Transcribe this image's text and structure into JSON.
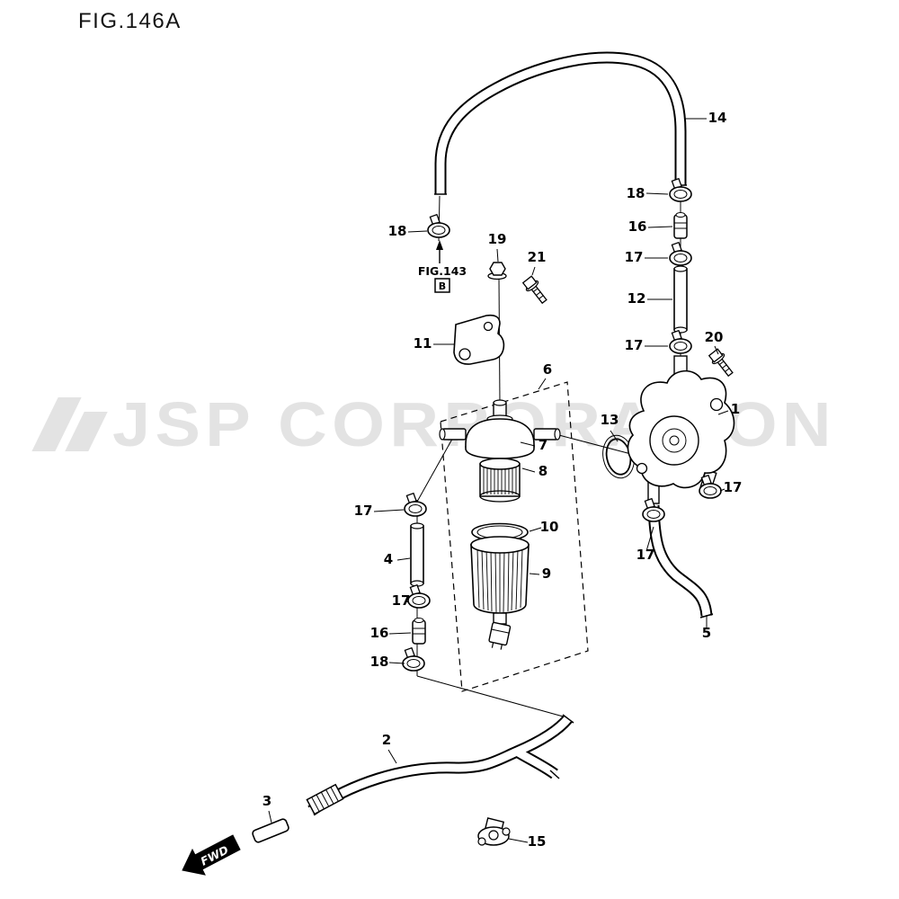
{
  "figure": {
    "title": "FIG.146A"
  },
  "watermark": {
    "text": "JSP CORPORATION"
  },
  "reference": {
    "label": "FIG.143",
    "box": "B"
  },
  "direction": {
    "label": "FWD"
  },
  "colors": {
    "line": "#000000",
    "background": "#ffffff",
    "watermark": "#e3e3e3"
  },
  "callouts": [
    "14",
    "18",
    "16",
    "17",
    "12",
    "17",
    "20",
    "1",
    "13",
    "18",
    "19",
    "21",
    "11",
    "6",
    "7",
    "8",
    "17",
    "17",
    "10",
    "17",
    "4",
    "9",
    "5",
    "17",
    "16",
    "18",
    "2",
    "3",
    "15"
  ]
}
